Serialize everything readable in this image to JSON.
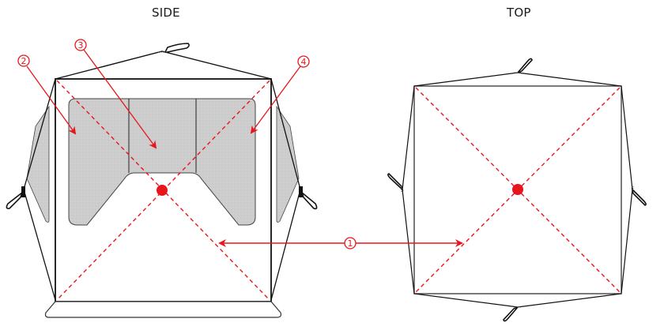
{
  "labels": {
    "side": "SIDE",
    "top": "TOP"
  },
  "callouts": [
    {
      "id": "1",
      "label": "1"
    },
    {
      "id": "2",
      "label": "2"
    },
    {
      "id": "3",
      "label": "3"
    },
    {
      "id": "4",
      "label": "4"
    }
  ],
  "colors": {
    "accent_red": "#e8161c",
    "outline": "#111111",
    "mesh_fill": "#cfcfcf",
    "background": "#ffffff"
  }
}
